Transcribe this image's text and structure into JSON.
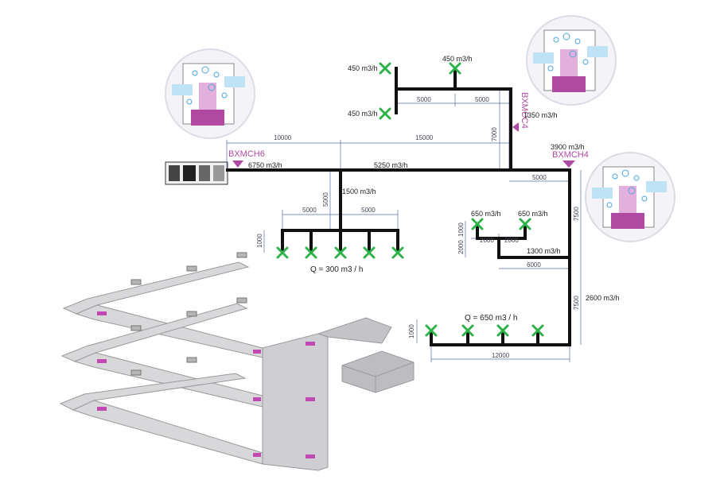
{
  "units": {
    "bxmch6": "BXMCH6",
    "bxmcc4": "BXMCC4",
    "bxmch4": "BXMCH4"
  },
  "flows": {
    "f450a": "450 m3/h",
    "f450b": "450 m3/h",
    "f450c": "450 m3/h",
    "f1350": "1350 m3/h",
    "f6750": "6750 m3/h",
    "f5250": "5250 m3/h",
    "f3900": "3900 m3/h",
    "f1500": "1500 m3/h",
    "f650a": "650 m3/h",
    "f650b": "650 m3/h",
    "f1300": "1300 m3/h",
    "f2600": "2600 m3/h"
  },
  "dims": {
    "d10000": "10000",
    "d15000": "15000",
    "d5000a": "5000",
    "d5000b": "5000",
    "d7000": "7000",
    "d5000c": "5000",
    "d5000v": "5000",
    "d5000l": "5000",
    "d5000r": "5000",
    "d1000a": "1000",
    "d7500a": "7500",
    "d1000b": "1000",
    "d2000v": "2000",
    "d2000a": "2000",
    "d2000b": "2000",
    "d6000": "6000",
    "d7500b": "7500",
    "d1000c": "1000",
    "d12000": "12000"
  },
  "q": {
    "left": "Q = 300 m3 / h",
    "right": "Q = 650 m3 / h"
  },
  "colors": {
    "duct": "#111111",
    "diffuser": "#2db34a",
    "brand": "#b04aa0",
    "dimension": "#5a6aa8"
  }
}
